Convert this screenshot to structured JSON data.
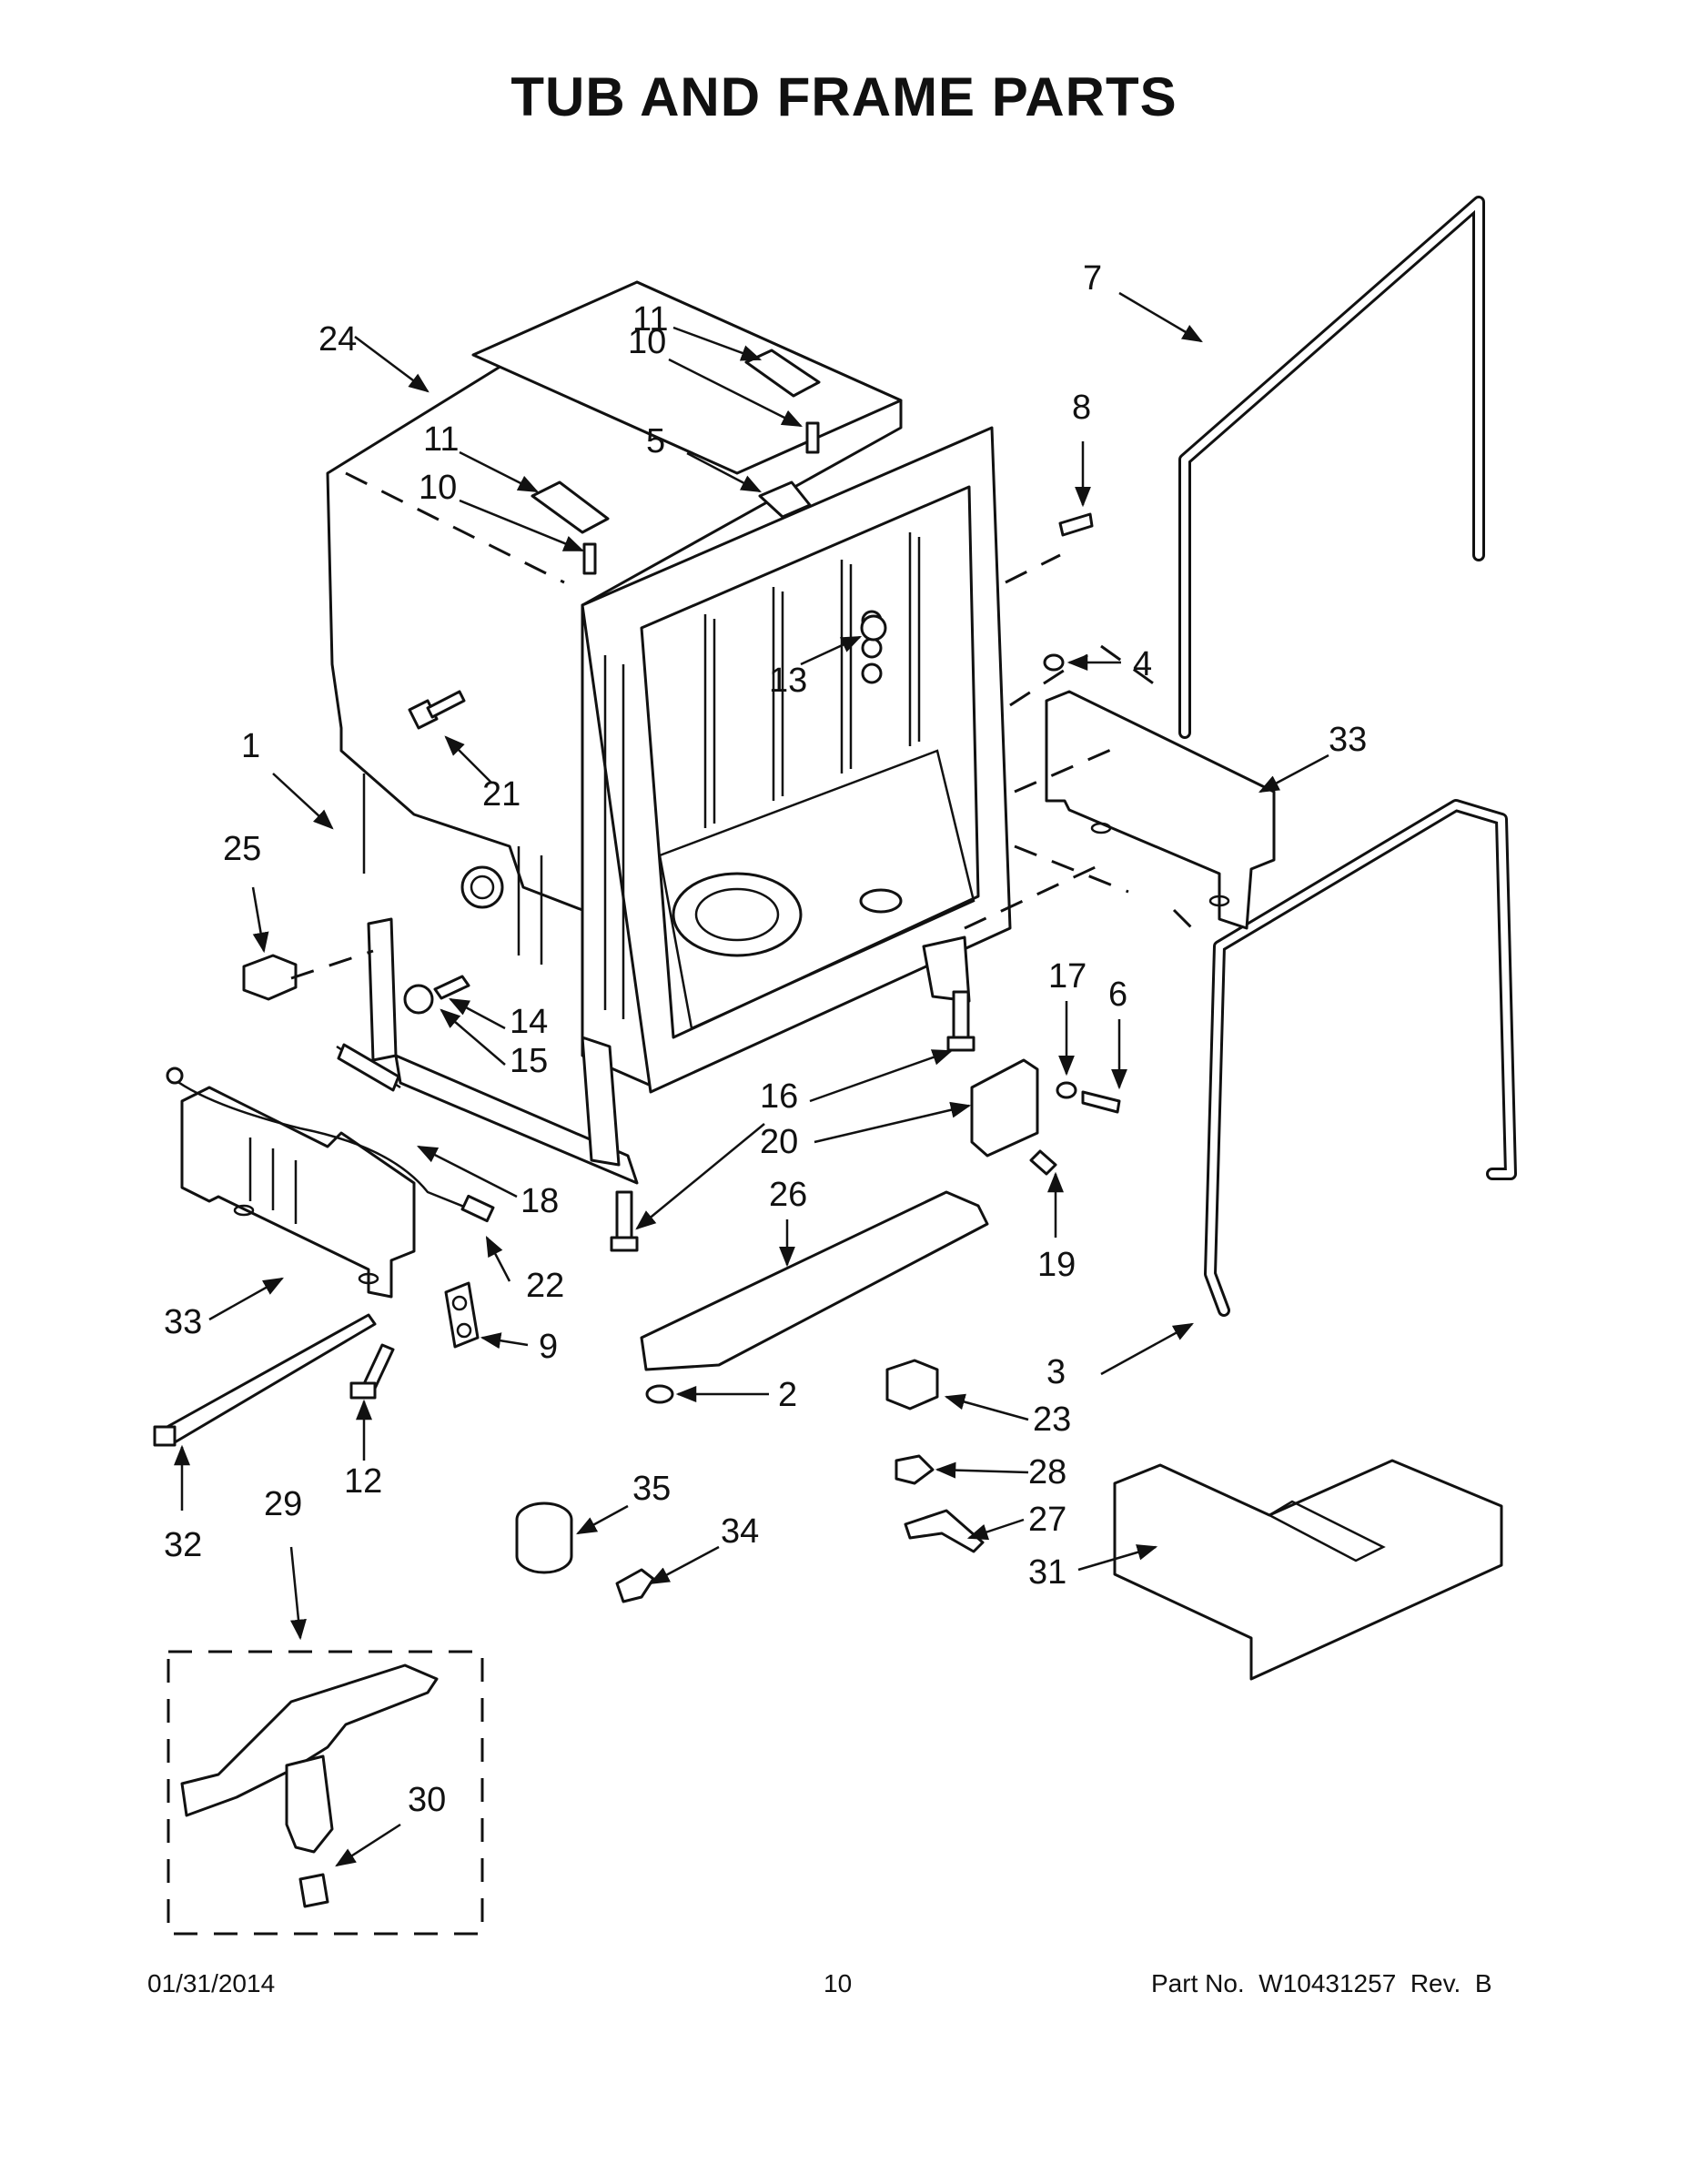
{
  "title": "TUB AND FRAME PARTS",
  "footer": {
    "date": "01/31/2014",
    "page": "10",
    "part_no": "Part No.  W10431257  Rev.  B"
  },
  "callouts": [
    "1",
    "2",
    "3",
    "4",
    "5",
    "6",
    "7",
    "8",
    "9",
    "10",
    "10",
    "11",
    "11",
    "12",
    "13",
    "14",
    "15",
    "16",
    "17",
    "18",
    "19",
    "20",
    "21",
    "22",
    "23",
    "24",
    "25",
    "26",
    "27",
    "28",
    "29",
    "30",
    "31",
    "32",
    "33",
    "33",
    "34",
    "35"
  ]
}
